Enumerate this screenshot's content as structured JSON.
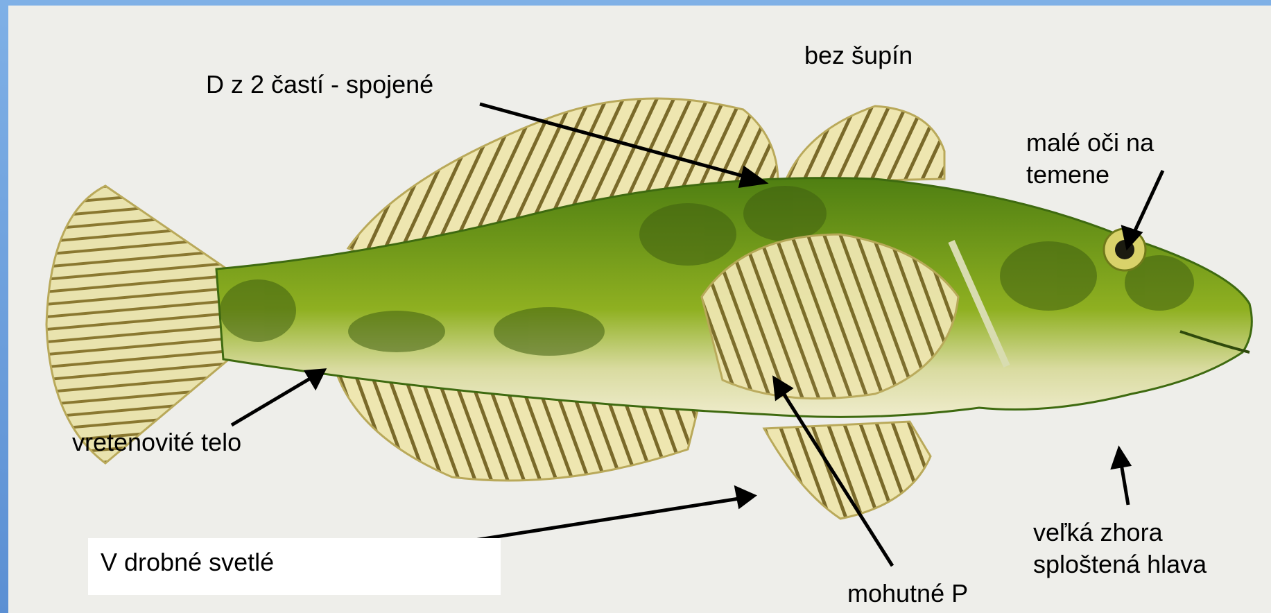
{
  "labels": {
    "bez_supin": "bez šupín",
    "dorsal": "D z 2 častí - spojené",
    "eyes_line1": "malé oči na",
    "eyes_line2": "temene",
    "body": "vretenovité telo",
    "pelvic": "V drobné svetlé",
    "pectoral": "mohutné P",
    "head_line1": "veľká zhora",
    "head_line2": "sploštená hlava"
  },
  "colors": {
    "slide_bg": "#eeeeea",
    "border_blue": "#6a9ddc",
    "fish_green": "#5f8f16",
    "fin_yellow": "#e8e0a8"
  }
}
